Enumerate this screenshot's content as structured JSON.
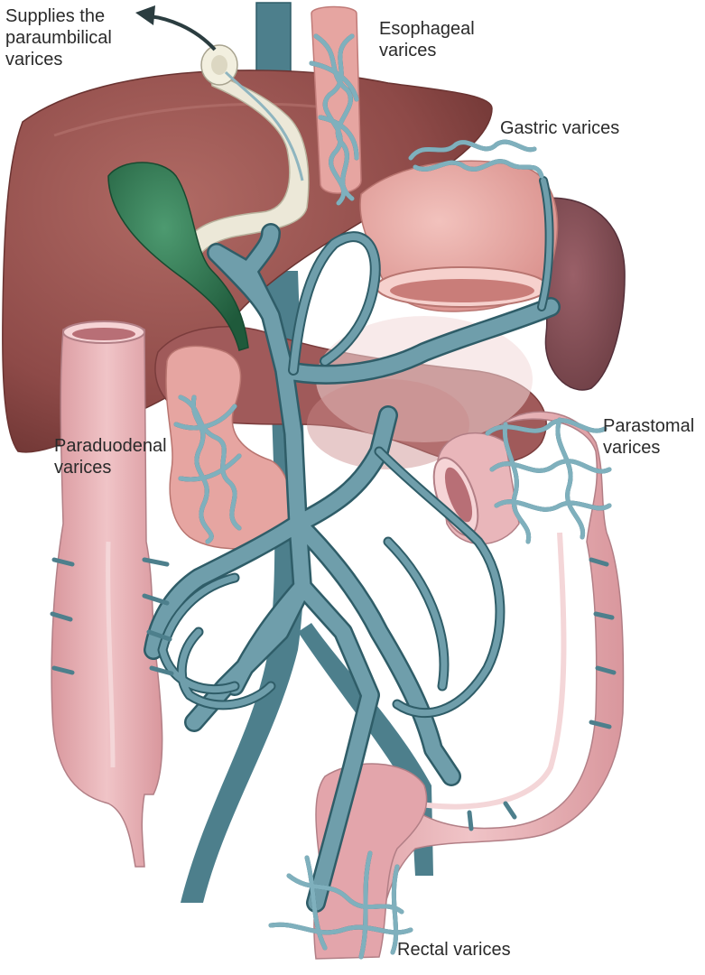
{
  "labels": {
    "paraumbilical": "Supplies the\nparaumbilical\nvarices",
    "esophageal": "Esophageal\nvarices",
    "gastric": "Gastric varices",
    "paraduodenal": "Paraduodenal\nvarices",
    "parastomal": "Parastomal\nvarices",
    "rectal": "Rectal varices"
  },
  "colors": {
    "vein": "#6f9eab",
    "vein_dark": "#4d7f8c",
    "vein_outline": "#2f5d68",
    "liver": "#8e4a48",
    "liver_light": "#a55d59",
    "gallbladder": "#2f6e4c",
    "spleen": "#7a4a4f",
    "stomach": "#e6a5a1",
    "duodenum": "#e6a5a1",
    "colon": "#e7b3b7",
    "colon_dark": "#d28f96",
    "pancreas": "#a05a5a",
    "ligament": "#ece8d8",
    "label_text": "#2a2a2a"
  }
}
